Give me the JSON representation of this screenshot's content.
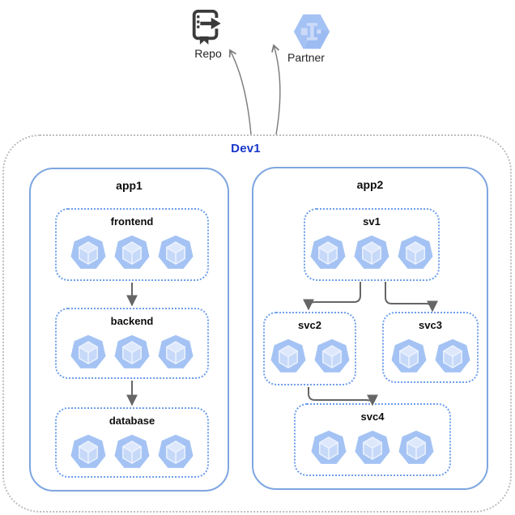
{
  "diagram": {
    "external_nodes": {
      "repo": {
        "label": "Repo",
        "icon": "source-repo-icon"
      },
      "partner": {
        "label": "Partner",
        "icon": "partner-interconnect-icon"
      }
    },
    "environment": {
      "label": "Dev1",
      "apps": [
        {
          "label": "app1",
          "services": [
            {
              "label": "frontend",
              "pod_count": 3
            },
            {
              "label": "backend",
              "pod_count": 3
            },
            {
              "label": "database",
              "pod_count": 3
            }
          ],
          "connections": [
            {
              "from": "frontend",
              "to": "backend"
            },
            {
              "from": "backend",
              "to": "database"
            }
          ]
        },
        {
          "label": "app2",
          "services": [
            {
              "label": "sv1",
              "pod_count": 3
            },
            {
              "label": "svc2",
              "pod_count": 2
            },
            {
              "label": "svc3",
              "pod_count": 2
            },
            {
              "label": "svc4",
              "pod_count": 3
            }
          ],
          "connections": [
            {
              "from": "sv1",
              "to": "svc2"
            },
            {
              "from": "sv1",
              "to": "svc3"
            },
            {
              "from": "svc2",
              "to": "svc4"
            }
          ]
        }
      ]
    },
    "external_connections": [
      {
        "from": "Dev1",
        "to": "Repo"
      },
      {
        "from": "Dev1",
        "to": "Partner"
      }
    ],
    "colors": {
      "environment_label": "#1836c9",
      "environment_border": "#bdbdbd",
      "app_border": "#7ea6e0",
      "service_border": "#6d9eeb",
      "pod_fill": "#a4c3f4",
      "pod_cube_fill": "#d9e5fb",
      "arrow": "#666666",
      "external_arrow": "#7a7a7a",
      "repo_icon_color": "#3b3b3b",
      "partner_icon_color": "#a4c2f4"
    }
  }
}
